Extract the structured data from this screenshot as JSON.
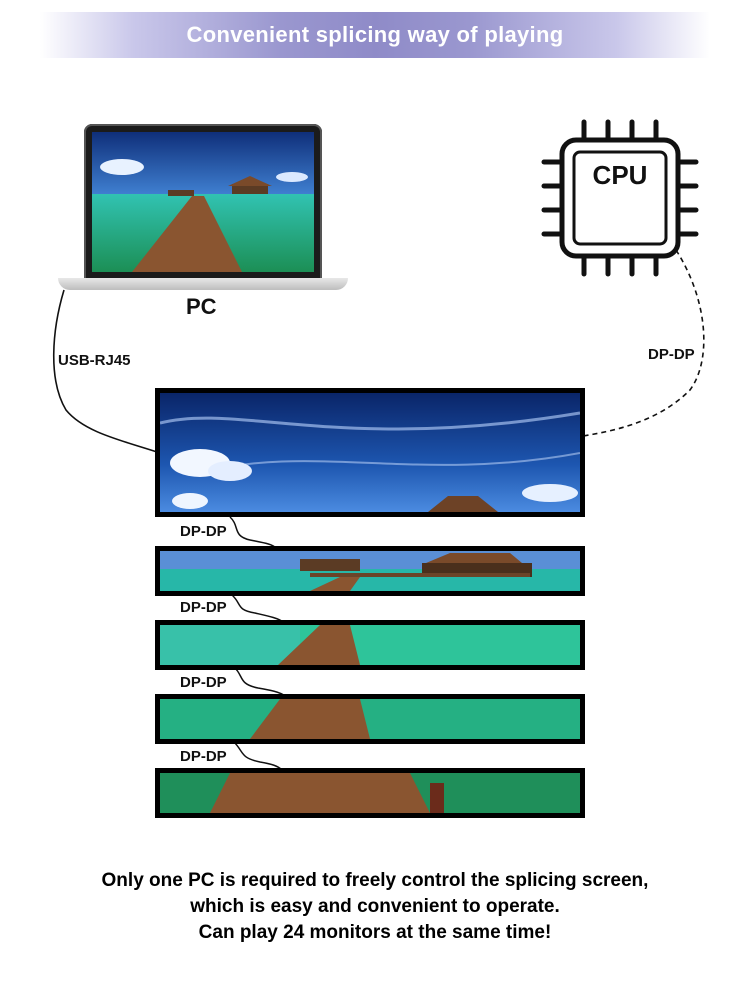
{
  "header": {
    "title": "Convenient splicing way of playing"
  },
  "pc": {
    "label": "PC"
  },
  "cpu": {
    "label": "CPU"
  },
  "connections": {
    "pc_cable": "USB-RJ45",
    "cpu_cable": "DP-DP",
    "links": [
      "DP-DP",
      "DP-DP",
      "DP-DP",
      "DP-DP"
    ]
  },
  "footer": {
    "lines": [
      "Only one PC is required to freely control the splicing screen,",
      "which is easy and convenient to operate.",
      "Can play 24 monitors at the same time!"
    ]
  },
  "colors": {
    "banner": "#8f8bc8",
    "sky": "#1d4fa0",
    "sea": "#2fc59a",
    "boardwalk": "#7a4a2a"
  }
}
